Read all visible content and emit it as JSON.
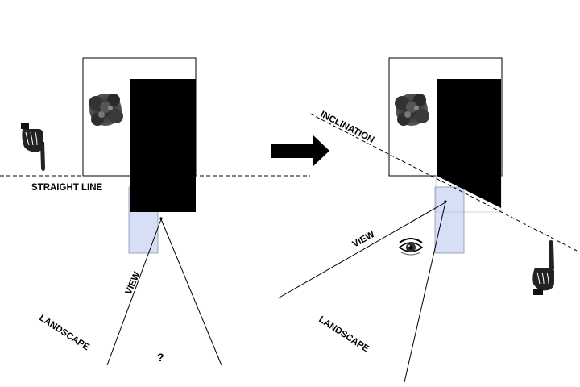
{
  "left_panel": {
    "straight_line_label": "STRAIGHT LINE",
    "view_label": "VIEW",
    "landscape_label": "LANDSCAPE",
    "question_mark": "?"
  },
  "right_panel": {
    "inclination_label": "INCLINATION",
    "view_label": "VIEW",
    "landscape_label": "LANDSCAPE"
  },
  "colors": {
    "block": "#000000",
    "view_box_fill": "#d6dff5",
    "view_box_stroke": "#8a93ad",
    "line": "#000000",
    "frame": "#000000"
  },
  "icons": {
    "left_pointer": "pointing-hand-icon",
    "right_pointer": "pointing-hand-icon",
    "eye": "eye-icon",
    "tree_left": "tree-icon",
    "tree_right": "tree-icon",
    "arrow": "right-arrow-icon"
  }
}
